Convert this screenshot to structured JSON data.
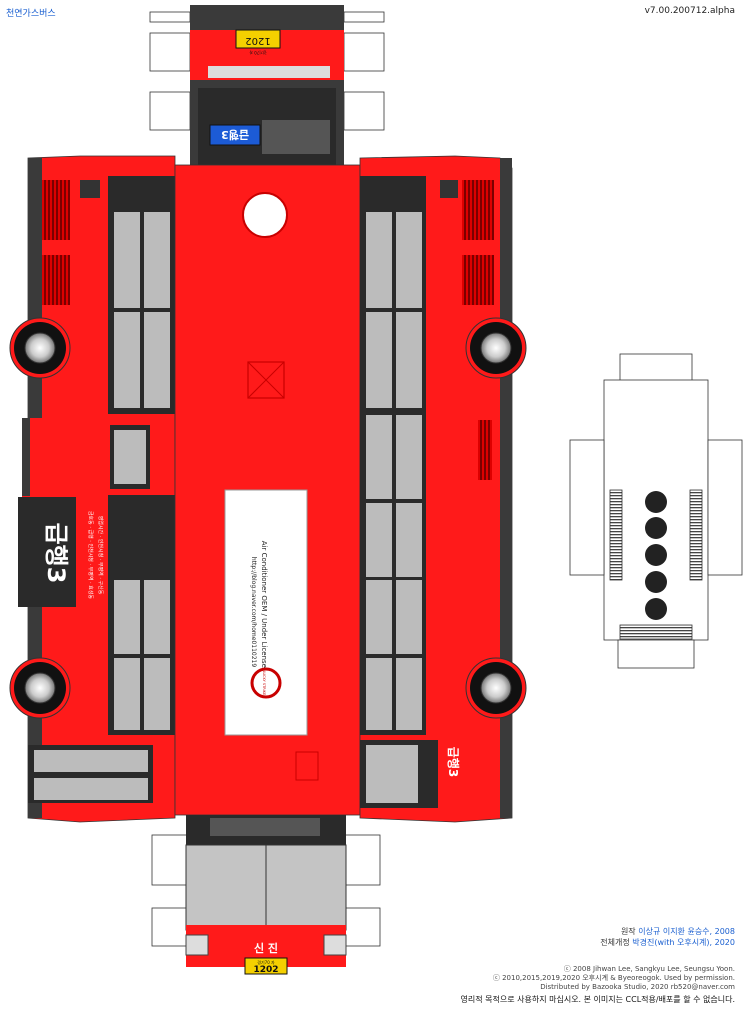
{
  "header": {
    "site_name": "천연가스버스",
    "version": "v7.00.200712.alpha"
  },
  "bus": {
    "route_name": "급행3",
    "route_label_side": "급행3",
    "company": "신 진",
    "plate_top": "1202",
    "plate_top_prefix": "경기70 자",
    "plate_front": "1202",
    "plate_front_prefix": "경기70 자",
    "front_sign": "급행3",
    "roof_sign": "급행3",
    "ac_text_line1": "Air Conditioner OEM / Under Licensed by",
    "ac_text_line2": "http://blog.naver.com/home0110219",
    "ac_brand": "LUCKY STRIKE",
    "route_stops": [
      "금호동 · 급행 · 인천시청 · 부평역 · 효성동",
      "영업시간 · 인천시청 · 부평역 · 구산동"
    ]
  },
  "credits": {
    "original_label": "원작",
    "original_authors": "이상규 이지환 윤승수, 2008",
    "revision_label": "전체개정",
    "revision_author": "박경진(with 오후시계), 2020",
    "copyright_1": "ⓒ 2008 Jihwan Lee, Sangkyu Lee, Seungsu Yoon.",
    "copyright_2": "ⓒ 2010,2015,2019,2020 오후시계 & Byeoreogok. Used by permission.",
    "copyright_3": "Distributed by Bazooka Studio, 2020  rb520@naver.com",
    "notice": "영리적 목적으로 사용하지 마십시오.   본 이미지는 CCL적용/배포를 할 수 없습니다."
  },
  "colors": {
    "bus_red": "#ff1a1a",
    "dark_red": "#c80000",
    "window_grey": "#bcbcbc",
    "frame_dark": "#3a3a3a"
  }
}
